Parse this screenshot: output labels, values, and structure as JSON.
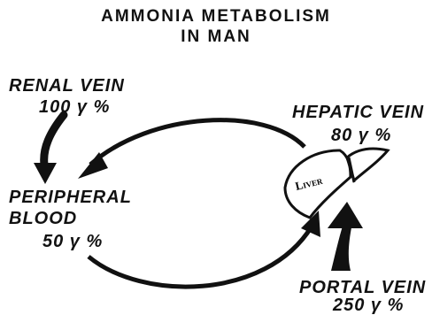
{
  "title": {
    "line1": "AMMONIA  METABOLISM",
    "line2": "IN MAN"
  },
  "nodes": {
    "renal_vein": {
      "name": "RENAL VEIN",
      "value": "100 γ %"
    },
    "peripheral_blood": {
      "name_line1": "PERIPHERAL",
      "name_line2": "BLOOD",
      "value": "50 γ %"
    },
    "hepatic_vein": {
      "name": "HEPATIC VEIN",
      "value": "80 γ %"
    },
    "portal_vein": {
      "name": "PORTAL VEIN",
      "value": "250 γ %"
    },
    "liver": {
      "label": "Liver",
      "icon": "liver-icon"
    }
  },
  "colors": {
    "ink": "#111111",
    "background": "#ffffff"
  }
}
